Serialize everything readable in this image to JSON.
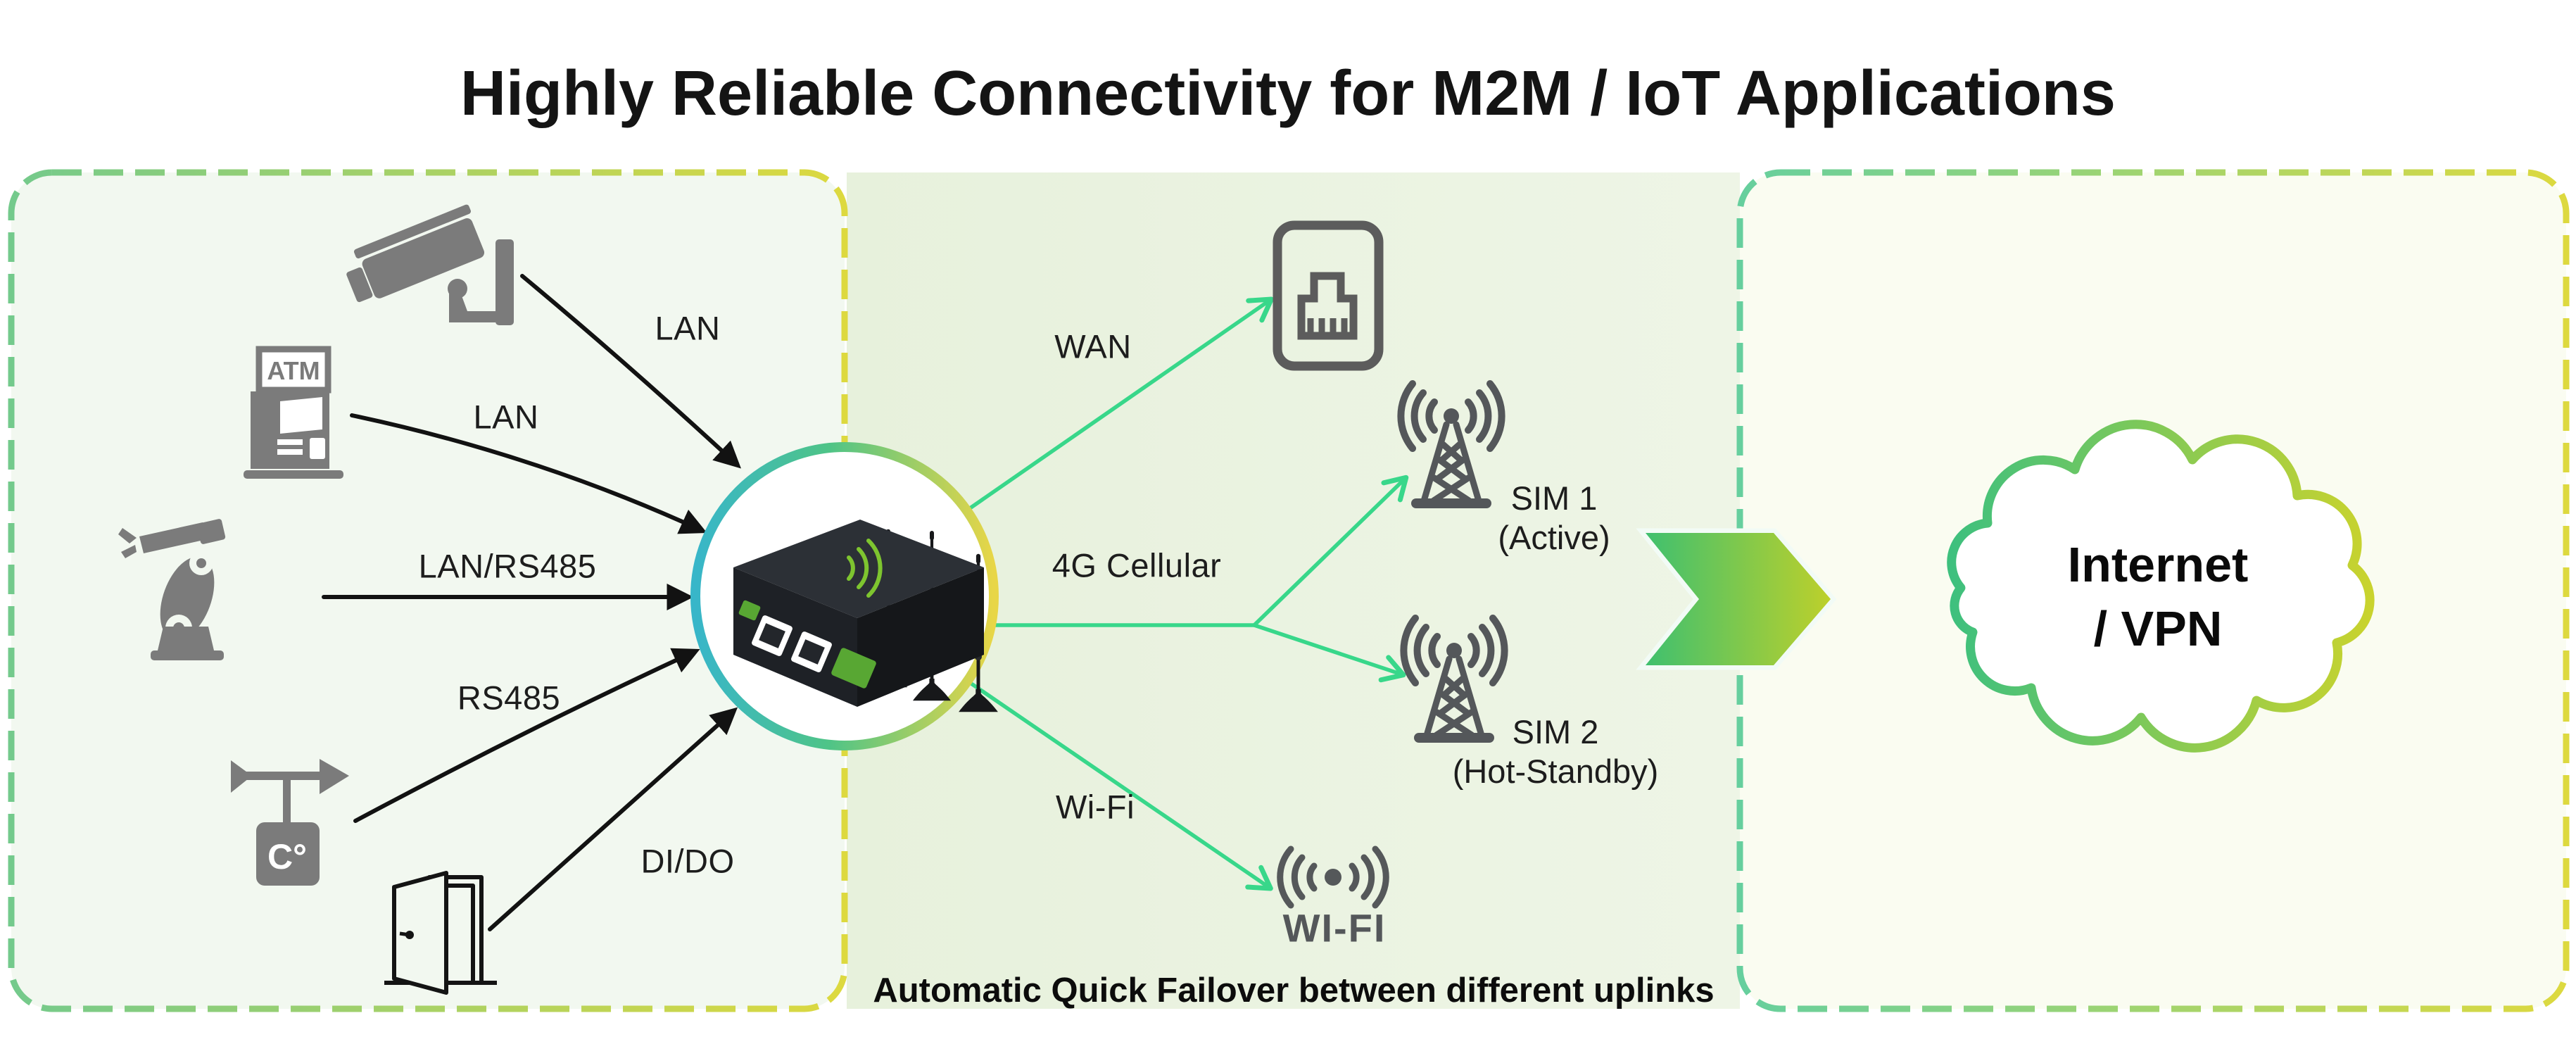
{
  "title": "Highly Reliable Connectivity for M2M / IoT Applications",
  "caption": "Automatic Quick Failover between different uplinks",
  "left_zone": {
    "devices": [
      {
        "id": "cctv-camera",
        "connection": "LAN"
      },
      {
        "id": "atm",
        "connection": "LAN",
        "sign": "ATM"
      },
      {
        "id": "robot-arm",
        "connection": "LAN/RS485"
      },
      {
        "id": "weather-station",
        "connection": "RS485",
        "sign": "C°"
      },
      {
        "id": "door",
        "connection": "DI/DO"
      }
    ]
  },
  "router": {
    "id": "cellular-router"
  },
  "uplinks": {
    "wan_label": "WAN",
    "cellular_label": "4G Cellular",
    "wifi_label": "Wi-Fi",
    "sim1_line1": "SIM 1",
    "sim1_line2": "(Active)",
    "sim2_line1": "SIM 2",
    "sim2_line2": "(Hot-Standby)",
    "wifi_word": "WI-FI"
  },
  "cloud": {
    "line1": "Internet",
    "line2": "/ VPN"
  },
  "colors": {
    "arrow_green": "#38d78a",
    "arrow_black": "#121212",
    "box_green": "#74ca8c",
    "box_teal": "#66cf9e",
    "box_yellow": "#ddd93f",
    "ring_teal": "#38b6c9",
    "ring_green": "#4fc487",
    "ring_yellow": "#e8d647",
    "chevron_green": "#3fc06f",
    "chevron_yellow": "#bdd02b",
    "cloud_green": "#3ec07e",
    "cloud_yellow": "#c9d32e",
    "icon_gray": "#7b7b7b",
    "tower_gray": "#54575a"
  }
}
